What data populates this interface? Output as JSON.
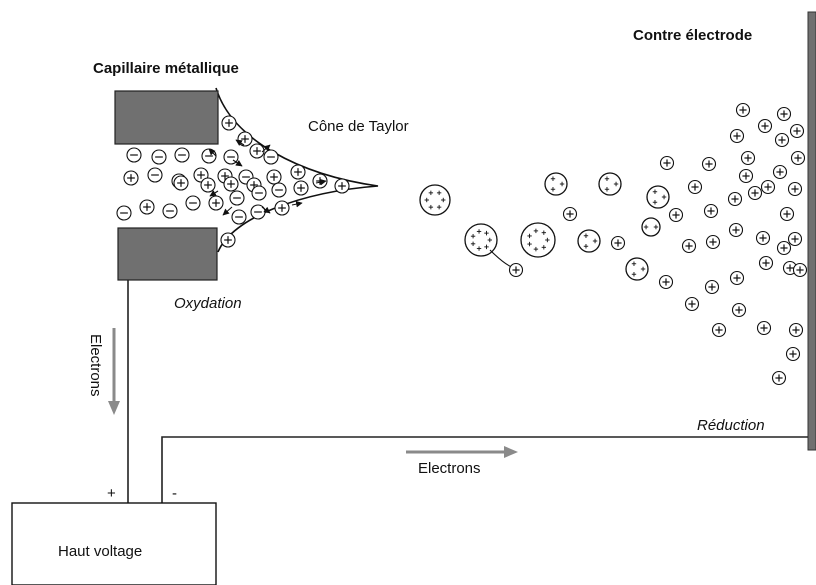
{
  "labels": {
    "capillary": "Capillaire métallique",
    "counter_electrode": "Contre électrode",
    "taylor_cone": "Cône de Taylor",
    "oxidation": "Oxydation",
    "reduction": "Réduction",
    "electrons_vertical": "Electrons",
    "electrons_horizontal": "Electrons",
    "high_voltage": "Haut voltage",
    "plus_terminal": "+",
    "minus_terminal": "-"
  },
  "colors": {
    "electrode_fill": "#707070",
    "arrow_gray": "#8a8a8a"
  }
}
